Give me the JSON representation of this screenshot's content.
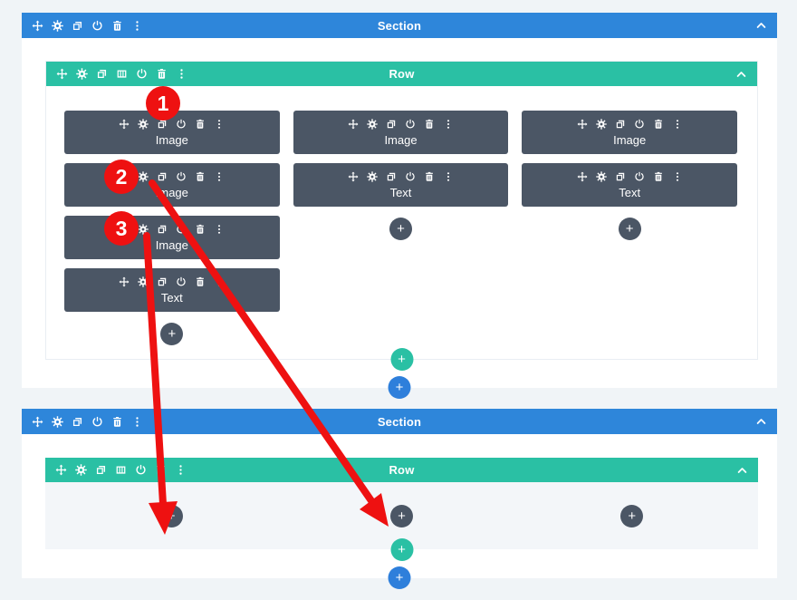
{
  "ui": {
    "plus": "+"
  },
  "colors": {
    "section_blue": "#2e86da",
    "row_green": "#2ac0a4",
    "module_slate": "#4b5665",
    "add_section_blue": "#2e7fdb",
    "annotation_red": "#ee1111",
    "canvas_bg": "#f0f4f7",
    "empty_column_bg": "#f3f6f9"
  },
  "icons": {
    "section_toolbar": [
      "move-icon",
      "settings-icon",
      "duplicate-icon",
      "save-icon",
      "delete-icon",
      "options-icon"
    ],
    "row_toolbar": [
      "move-icon",
      "settings-icon",
      "duplicate-icon",
      "columns-icon",
      "save-icon",
      "delete-icon",
      "options-icon"
    ],
    "module_toolbar": [
      "move-icon",
      "settings-icon",
      "duplicate-icon",
      "save-icon",
      "delete-icon",
      "options-icon"
    ],
    "collapse": "chevron-up-icon",
    "add": "plus-icon"
  },
  "sections": [
    {
      "label": "Section",
      "rows": [
        {
          "label": "Row",
          "columns": [
            {
              "modules": [
                {
                  "label": "Image"
                },
                {
                  "label": "Image"
                },
                {
                  "label": "Image"
                },
                {
                  "label": "Text"
                }
              ]
            },
            {
              "modules": [
                {
                  "label": "Image"
                },
                {
                  "label": "Text"
                }
              ]
            },
            {
              "modules": [
                {
                  "label": "Image"
                },
                {
                  "label": "Text"
                }
              ]
            }
          ]
        }
      ]
    },
    {
      "label": "Section",
      "rows": [
        {
          "label": "Row",
          "columns": [
            {
              "modules": []
            },
            {
              "modules": []
            },
            {
              "modules": []
            }
          ]
        }
      ]
    }
  ],
  "annotations": {
    "badges": [
      {
        "number": "1"
      },
      {
        "number": "2"
      },
      {
        "number": "3"
      }
    ]
  }
}
